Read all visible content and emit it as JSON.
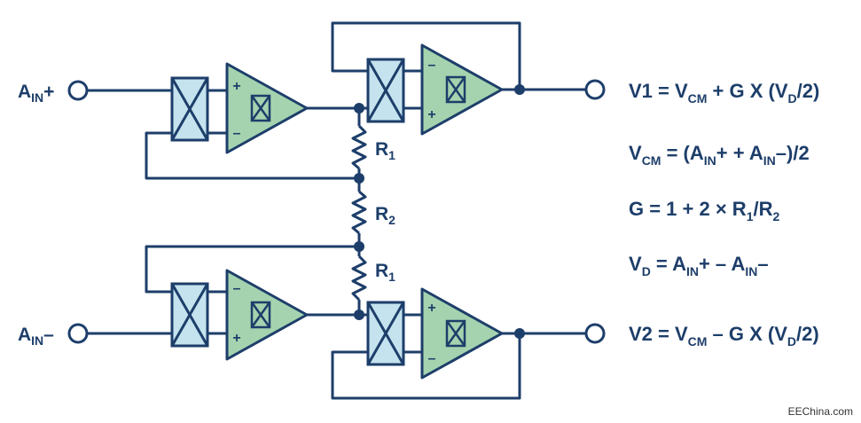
{
  "colors": {
    "wire": "#1d3e6a",
    "switch_fill": "#c5e3ee",
    "amp_fill": "#a5d3af"
  },
  "inputs": {
    "top": {
      "main": "A",
      "sub": "IN",
      "suffix": "+"
    },
    "bottom": {
      "main": "A",
      "sub": "IN",
      "suffix": "–"
    }
  },
  "resistors": {
    "r1_top": {
      "main": "R",
      "sub": "1"
    },
    "r2": {
      "main": "R",
      "sub": "2"
    },
    "r1_bottom": {
      "main": "R",
      "sub": "1"
    }
  },
  "amp_signs": {
    "plus": "+",
    "minus": "–"
  },
  "equations": {
    "v1": {
      "a": "V1 = V",
      "a_sub": "CM",
      "b": " + G X (V",
      "b_sub": "D",
      "c": "/2)"
    },
    "vcm": {
      "a": "V",
      "a_sub": "CM",
      "b": " = (A",
      "b_sub": "IN",
      "c": "+ + A",
      "c_sub": "IN",
      "d": "–)/2"
    },
    "g": {
      "a": "G = 1 + 2 × R",
      "a_sub": "1",
      "b": "/R",
      "b_sub": "2"
    },
    "vd": {
      "a": "V",
      "a_sub": "D",
      "b": " = A",
      "b_sub": "IN",
      "c": "+ – A",
      "c_sub": "IN",
      "d": "–"
    },
    "v2": {
      "a": "V2 = V",
      "a_sub": "CM",
      "b": " – G X (V",
      "b_sub": "D",
      "c": "/2)"
    }
  },
  "watermark": "EEChina.com"
}
